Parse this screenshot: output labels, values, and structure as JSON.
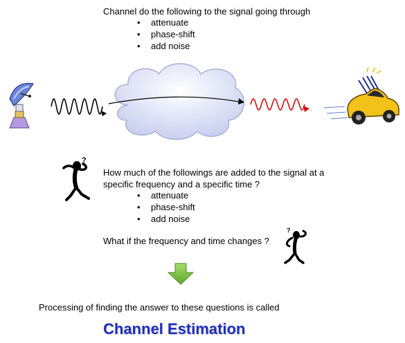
{
  "top": {
    "heading": "Channel do the following to the signal going through",
    "effects": [
      "attenuate",
      "phase-shift",
      "add noise"
    ]
  },
  "question": {
    "text_line1": "How much of the followings are added to the signal at a",
    "text_line2": "specific frequency and a specific time ?",
    "effects": [
      "attenuate",
      "phase-shift",
      "add noise"
    ],
    "followup": "What if the frequency and time changes ?"
  },
  "conclusion": {
    "text": "Processing of finding the answer to these questions is called",
    "title": "Channel Estimation"
  },
  "colors": {
    "title": "#1f2fbf",
    "input_wave": "#000000",
    "output_wave": "#cc1010",
    "arrow": "#7ac13a",
    "cloud": "#dde2f7"
  },
  "icons": [
    "antenna-dish-icon",
    "cloud-icon",
    "car-icon",
    "thinking-person-icon",
    "down-arrow-icon"
  ]
}
